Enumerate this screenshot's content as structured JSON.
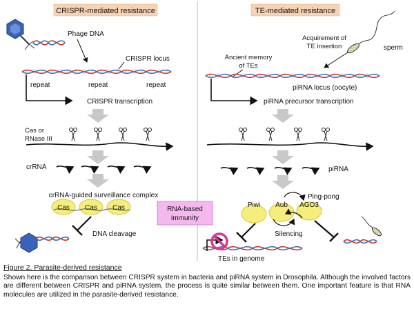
{
  "left": {
    "header": "CRISPR-mediated resistance",
    "phage_dna": "Phage DNA",
    "crispr_locus": "CRISPR locus",
    "repeats": [
      "repeat",
      "repeat",
      "repeat"
    ],
    "transcription": "CRISPR transcription",
    "cas_line1": "Cas or",
    "cas_line2": "RNase III",
    "crrna": "crRNA",
    "surveillance": "crRNA-guided surveillance complex",
    "cas_blobs": [
      "Cas",
      "Cas",
      "Cas"
    ],
    "dna_cleavage": "DNA cleavage"
  },
  "right": {
    "header": "TE-mediated resistance",
    "acq_line1": "Acquirement of",
    "acq_line2": "TE insertion",
    "sperm": "sperm",
    "ancient_line1": "Ancient memory",
    "ancient_line2": "of TEs",
    "pirna_locus": "piRNA locus (oocyte)",
    "precursor": "piRNA precursor transcription",
    "pirna": "piRNA",
    "pingpong": "Ping-pong",
    "proteins": [
      "Piwi",
      "Aub",
      "AGO3"
    ],
    "silencing": "Silencing",
    "tes_genome": "TEs in genome"
  },
  "center": {
    "immunity_line1": "RNA-based",
    "immunity_line2": "immunity"
  },
  "colors": {
    "header_fill": "#f6d3b4",
    "immunity_fill": "#f4b8ee",
    "cas_fill": "#f5ee7a",
    "dna_red": "#c9332f",
    "dna_blue": "#3f6fb0",
    "gray_arrow": "#c8c8c8",
    "stop_sign": "#e0358f"
  },
  "caption": {
    "title": "Figure 2. Parasite-derived resistance",
    "body": "Shown here is the comparison between CRISPR system in bacteria and piRNA system in Drosophila. Although the involved factors are different between CRISPR and piRNA system, the process is quite similar between them. One important feature is that RNA molecules are utilized in the parasite-derived resistance."
  }
}
